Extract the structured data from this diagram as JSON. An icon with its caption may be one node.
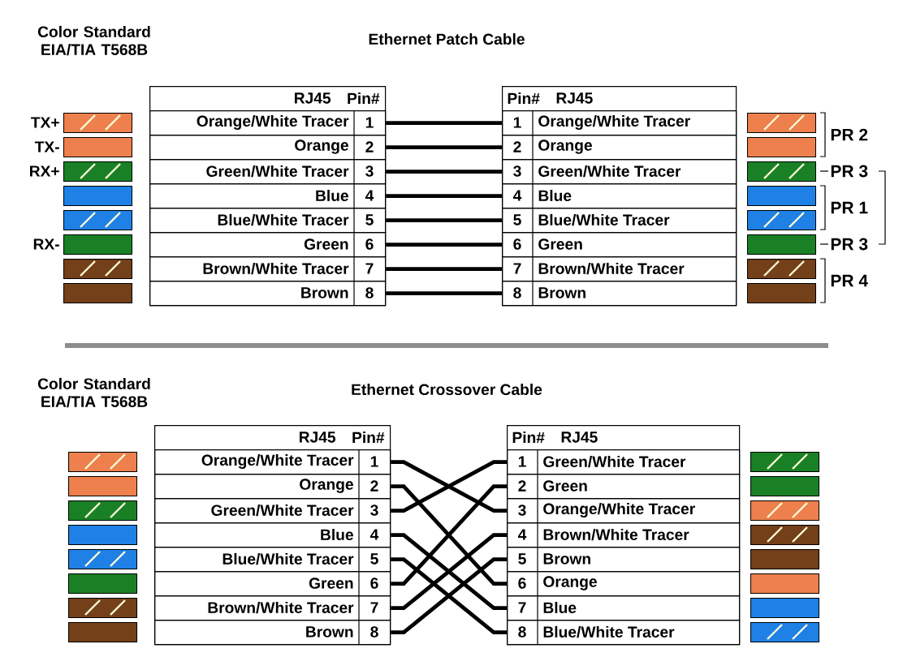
{
  "diagram": {
    "nodes": [
      {
        "text": [
          "RJ45",
          "Pin#"
        ]
      },
      {
        "text": [
          "Orange/White Tracer",
          "1"
        ],
        "in": 0
      },
      {
        "text": [
          "Orange",
          "2"
        ],
        "in": 0
      },
      {
        "text": [
          "Green/White Tracer",
          "3"
        ],
        "in": 0
      },
      {
        "text": [
          "Blue",
          "4"
        ],
        "in": 0
      },
      {
        "text": [
          "Blue/White Tracer",
          "5"
        ],
        "in": 0
      },
      {
        "text": [
          "Green",
          "6"
        ],
        "in": 0
      },
      {
        "text": [
          "Brown/White Tracer",
          "7"
        ],
        "in": 0
      },
      {
        "text": [
          "Brown",
          "8"
        ],
        "in": 0
      },
      {
        "text": [
          "Pin#",
          "RJ45"
        ]
      },
      {
        "text": [
          "1",
          "Orange/White Tracer"
        ],
        "in": 9
      },
      {
        "text": [
          "2",
          "Orange"
        ],
        "in": 9
      },
      {
        "text": [
          "3",
          "Green/White Tracer"
        ],
        "in": 9
      },
      {
        "text": [
          "4",
          "Blue"
        ],
        "in": 9
      },
      {
        "text": [
          "5",
          "Blue/White Tracer"
        ],
        "in": 9
      },
      {
        "text": [
          "6",
          "Green"
        ],
        "in": 9
      },
      {
        "text": [
          "7",
          "Brown/White Tracer"
        ],
        "in": 9
      },
      {
        "text": [
          "8",
          "Brown"
        ],
        "in": 9
      },
      {
        "text": [],
        "shape": "box",
        "beside": [
          "TX+"
        ]
      },
      {
        "text": [],
        "shape": "box",
        "beside": [
          "TX-"
        ]
      },
      {
        "text": [],
        "shape": "box",
        "beside": [
          "RX+"
        ]
      },
      {
        "text": [],
        "shape": "box"
      },
      {
        "text": [],
        "shape": "box"
      },
      {
        "text": [],
        "shape": "box",
        "beside": [
          "RX-"
        ]
      },
      {
        "text": [],
        "shape": "box"
      },
      {
        "text": [],
        "shape": "box"
      },
      {
        "text": [],
        "shape": "box"
      },
      {
        "text": [],
        "shape": "box"
      },
      {
        "text": [],
        "shape": "box"
      },
      {
        "text": [],
        "shape": "box"
      },
      {
        "text": [],
        "shape": "box"
      },
      {
        "text": [],
        "shape": "box"
      },
      {
        "text": [],
        "shape": "box"
      },
      {
        "text": [],
        "shape": "box"
      },
      {
        "text": [
          "RJ45",
          "Pin#"
        ]
      },
      {
        "text": [
          "Orange/White Tracer",
          "1"
        ],
        "in": 34
      },
      {
        "text": [
          "Orange",
          "2"
        ],
        "in": 34
      },
      {
        "text": [
          "Green/White Tracer",
          "3"
        ],
        "in": 34
      },
      {
        "text": [
          "Blue",
          "4"
        ],
        "in": 34
      },
      {
        "text": [
          "Blue/White Tracer",
          "5"
        ],
        "in": 34
      },
      {
        "text": [
          "Green",
          "6"
        ],
        "in": 34
      },
      {
        "text": [
          "Brown/White Tracer",
          "7"
        ],
        "in": 34
      },
      {
        "text": [
          "Brown",
          "8"
        ],
        "in": 34
      },
      {
        "text": [
          "Pin#",
          "RJ45"
        ]
      },
      {
        "text": [
          "1",
          "Green/White Tracer"
        ],
        "in": 43
      },
      {
        "text": [
          "2",
          "Green"
        ],
        "in": 43
      },
      {
        "text": [
          "3",
          "Orange/White Tracer"
        ],
        "in": 43
      },
      {
        "text": [
          "4",
          "Brown/White Tracer"
        ],
        "in": 43
      },
      {
        "text": [
          "5",
          "Brown"
        ],
        "in": 43
      },
      {
        "text": [
          "6",
          "Orange"
        ],
        "in": 43
      },
      {
        "text": [
          "7",
          "Blue"
        ],
        "in": 43
      },
      {
        "text": [
          "8",
          "Blue/White Tracer"
        ],
        "in": 43
      },
      {
        "text": [],
        "shape": "box"
      },
      {
        "text": [],
        "shape": "box"
      },
      {
        "text": [],
        "shape": "box"
      },
      {
        "text": [],
        "shape": "box"
      },
      {
        "text": [],
        "shape": "box"
      },
      {
        "text": [],
        "shape": "box"
      },
      {
        "text": [],
        "shape": "box"
      },
      {
        "text": [],
        "shape": "box"
      },
      {
        "text": [],
        "shape": "box"
      },
      {
        "text": [],
        "shape": "box"
      },
      {
        "text": [],
        "shape": "box"
      },
      {
        "text": [],
        "shape": "box"
      },
      {
        "text": [],
        "shape": "box"
      },
      {
        "text": [],
        "shape": "box"
      },
      {
        "text": [],
        "shape": "box"
      },
      {
        "text": [],
        "shape": "box"
      }
    ],
    "edges": [
      {
        "from": 1,
        "to": 10,
        "arrow": "none"
      },
      {
        "from": 2,
        "to": 11,
        "arrow": "none"
      },
      {
        "from": 3,
        "to": 12,
        "arrow": "none"
      },
      {
        "from": 4,
        "to": 13,
        "arrow": "none"
      },
      {
        "from": 5,
        "to": 14,
        "arrow": "none"
      },
      {
        "from": 6,
        "to": 15,
        "arrow": "none"
      },
      {
        "from": 7,
        "to": 16,
        "arrow": "none"
      },
      {
        "from": 8,
        "to": 17,
        "arrow": "none"
      },
      {
        "from": 35,
        "to": 46,
        "arrow": "none"
      },
      {
        "from": 36,
        "to": 49,
        "arrow": "none"
      },
      {
        "from": 37,
        "to": 44,
        "arrow": "none"
      },
      {
        "from": 38,
        "to": 50,
        "arrow": "none"
      },
      {
        "from": 39,
        "to": 51,
        "arrow": "none"
      },
      {
        "from": 40,
        "to": 45,
        "arrow": "none"
      },
      {
        "from": 41,
        "to": 47,
        "arrow": "none"
      },
      {
        "from": 42,
        "to": 48,
        "arrow": "none"
      }
    ],
    "labels": [
      "Color Standard EIA/TIA T568B",
      "Ethernet Patch Cable",
      "PR 2",
      "PR 3",
      "PR 1",
      "PR 3",
      "PR 4",
      "Color Standard EIA/TIA T568B",
      "Ethernet Crossover Cable"
    ]
  }
}
